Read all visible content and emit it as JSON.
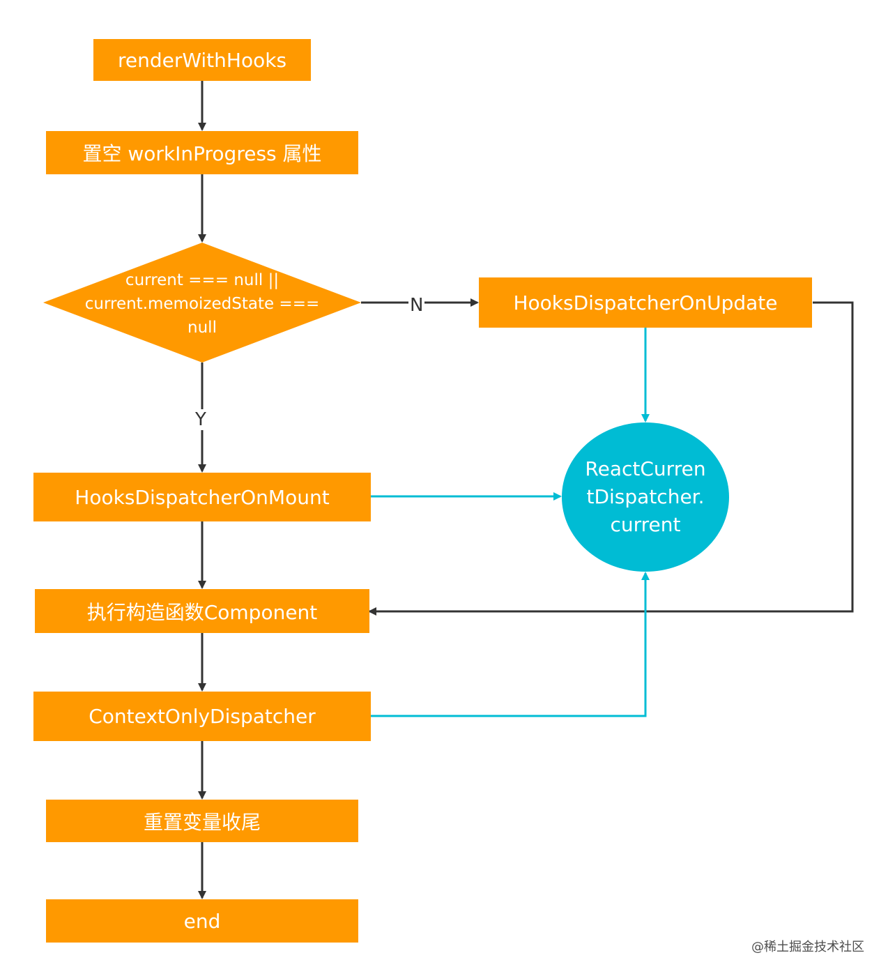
{
  "nodes": {
    "render_with_hooks": "renderWithHooks",
    "clear_wip": "置空 workInProgress 属性",
    "decision": {
      "line1": "current === null ||",
      "line2": "current.memoizedState ===",
      "line3": "null"
    },
    "on_update": "HooksDispatcherOnUpdate",
    "on_mount": "HooksDispatcherOnMount",
    "dispatcher": {
      "line1": "ReactCurren",
      "line2": "tDispatcher.",
      "line3": "current"
    },
    "execute_component": "执行构造函数Component",
    "context_only": "ContextOnlyDispatcher",
    "reset_vars": "重置变量收尾",
    "end": "end"
  },
  "edge_labels": {
    "no": "N",
    "yes": "Y"
  },
  "watermark": "@稀土掘金技术社区",
  "colors": {
    "process_fill": "#ff9900",
    "dispatcher_fill": "#00bcd4",
    "flow_line": "#333333",
    "dispatcher_line": "#00bcd4",
    "text": "#ffffff"
  }
}
